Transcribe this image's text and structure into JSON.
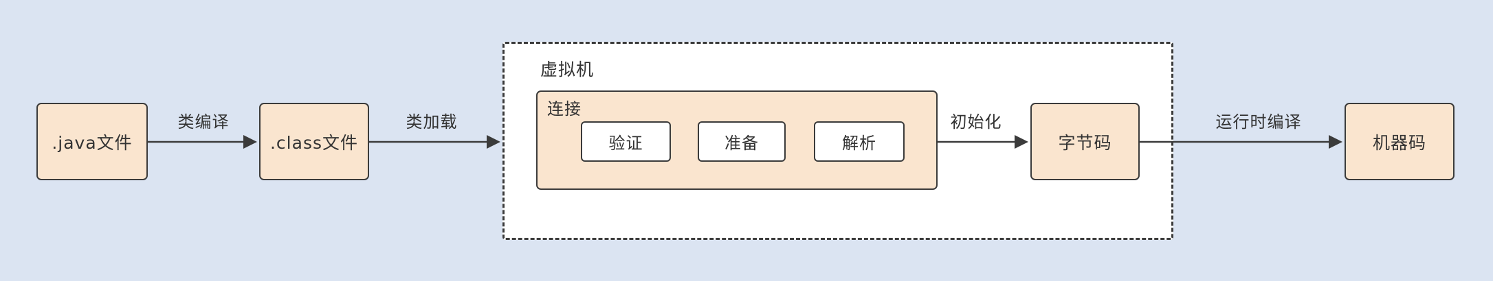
{
  "diagram": {
    "nodes": {
      "java_file": ".java文件",
      "class_file": ".class文件",
      "vm": "虚拟机",
      "link": "连接",
      "verify": "验证",
      "prepare": "准备",
      "resolve": "解析",
      "bytecode": "字节码",
      "machine_code": "机器码"
    },
    "edges": {
      "compile": "类编译",
      "load": "类加载",
      "initialize": "初始化",
      "runtime_compile": "运行时编译"
    },
    "colors": {
      "background": "#dbe4f2",
      "node_fill": "#fae5cf",
      "node_border": "#3b3b3b",
      "inner_fill": "#ffffff",
      "arrow": "#3b3b3b"
    }
  }
}
